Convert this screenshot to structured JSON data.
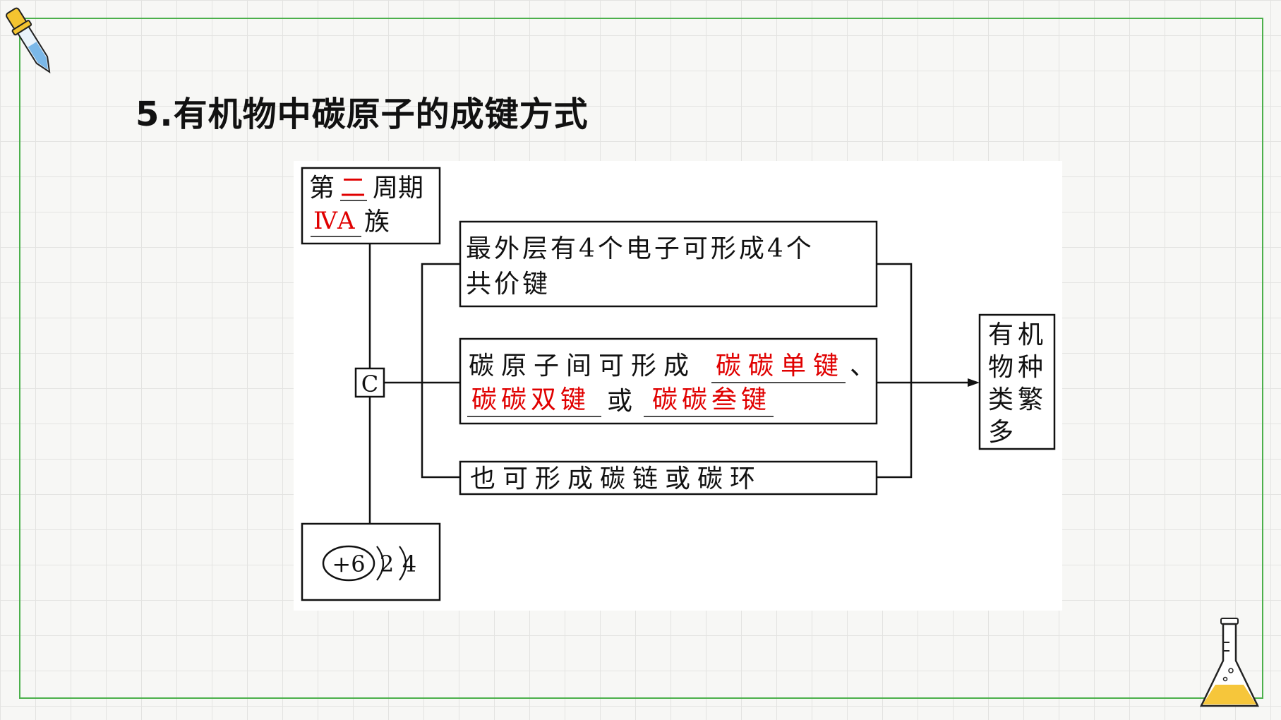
{
  "title": "5.有机物中碳原子的成键方式",
  "position_box": {
    "line1_prefix": "第",
    "line1_answer": "二",
    "line1_suffix": "周期",
    "line2_answer": "ⅣA",
    "line2_suffix": "族"
  },
  "center_label": "C",
  "atom_structure": {
    "nucleus": "+6",
    "shell1": "2",
    "shell2": "4"
  },
  "box_top": {
    "line1": "最外层有4个电子可形成4个",
    "line2": "共价键"
  },
  "box_middle": {
    "line1_prefix": "碳原子间可形成",
    "answer1": "碳碳单键",
    "sep": "、",
    "answer2": "碳碳双键",
    "connector": "或",
    "answer3": "碳碳叁键"
  },
  "box_bottom": "也可形成碳链或碳环",
  "result_box": {
    "line1": "有机",
    "line2": "物种",
    "line3": "类繁",
    "line4": "多"
  },
  "colors": {
    "answer": "#e00000",
    "frame": "#4cb04c",
    "text": "#111111"
  }
}
